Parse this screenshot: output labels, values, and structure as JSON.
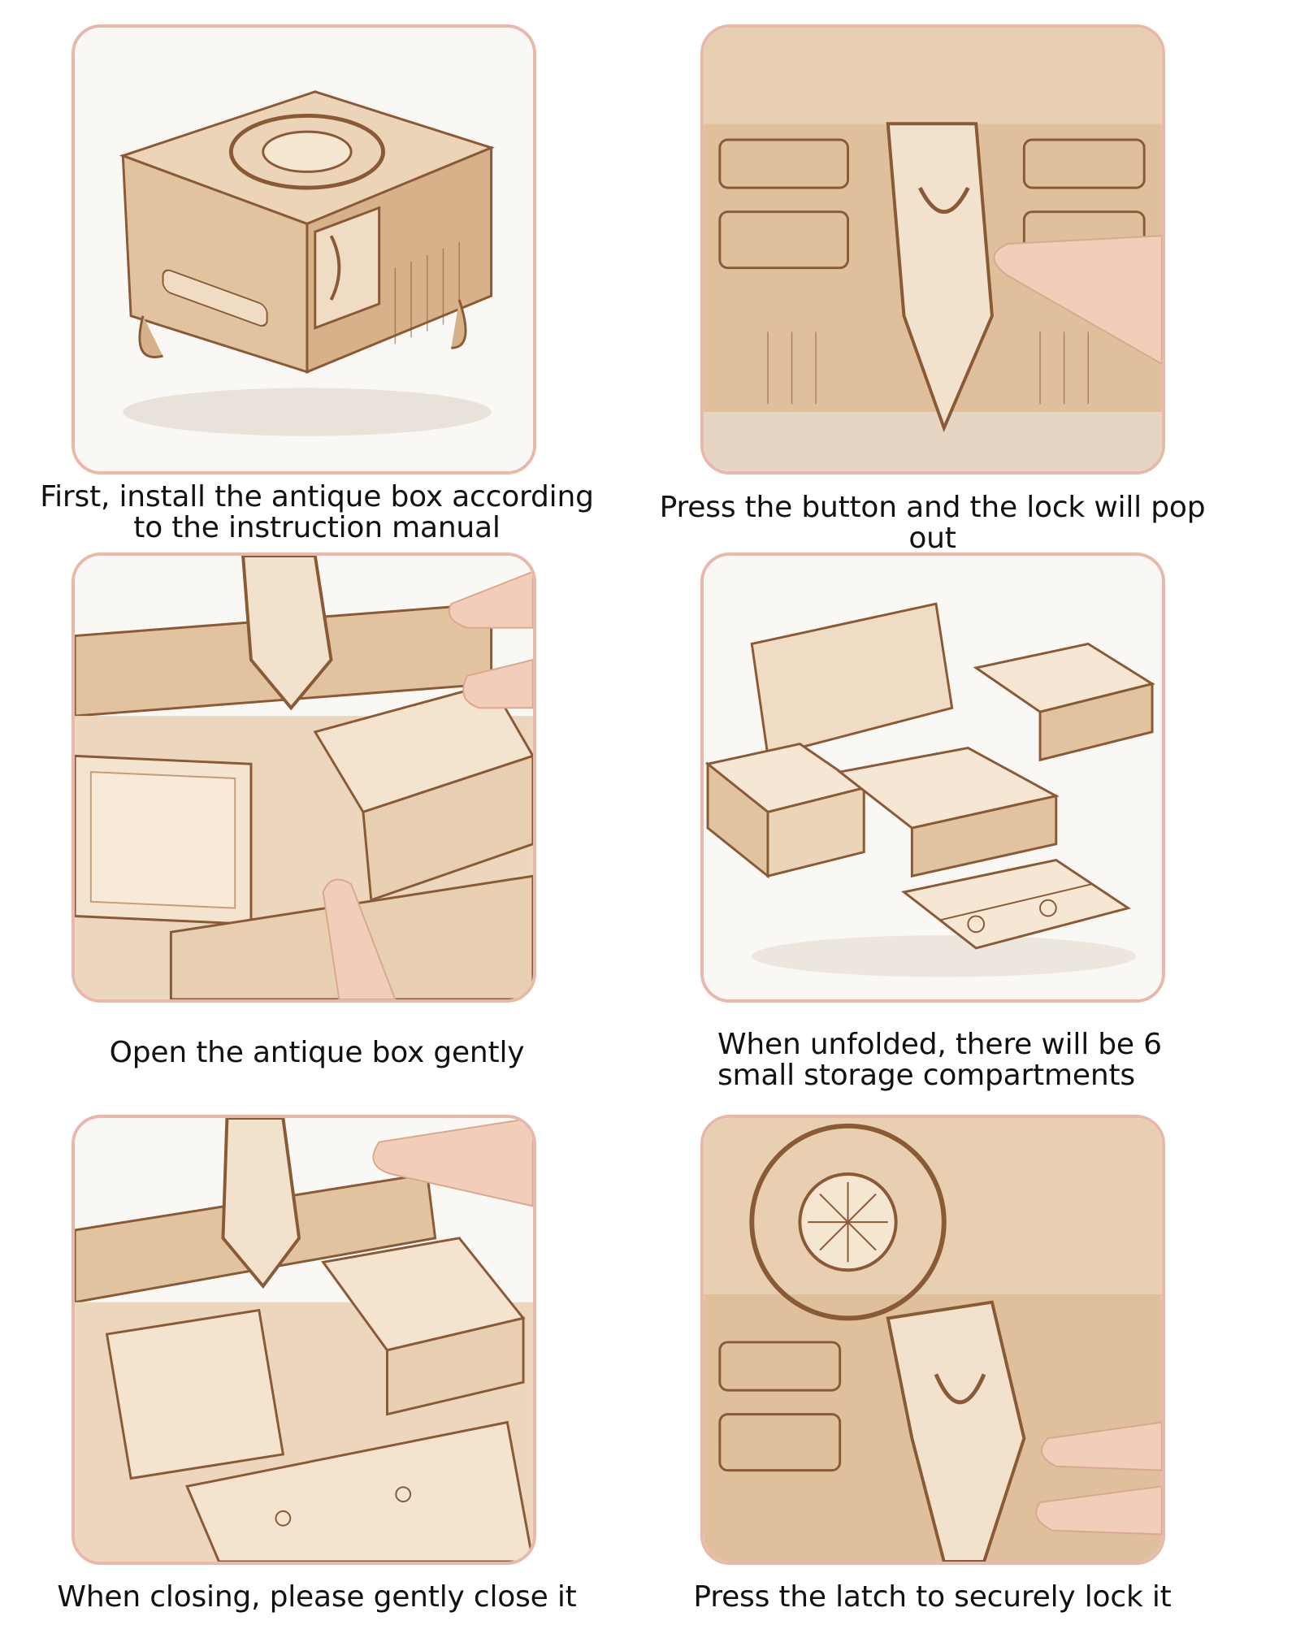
{
  "panels": [
    {
      "caption_lines": [
        "First, install the antique box according",
        "to the instruction manual"
      ],
      "scene": "closed box"
    },
    {
      "caption_lines": [
        "Press the button and the lock will pop out"
      ],
      "scene": "pressing button"
    },
    {
      "caption_lines": [
        "Open the antique box gently"
      ],
      "scene": "opening box"
    },
    {
      "caption_lines": [
        "When unfolded, there will be 6",
        "small storage compartments"
      ],
      "scene": "unfolded compartments"
    },
    {
      "caption_lines": [
        "When closing, please gently close it"
      ],
      "scene": "closing box"
    },
    {
      "caption_lines": [
        "Press the latch to securely lock it"
      ],
      "scene": "locking latch"
    }
  ],
  "colors": {
    "panel_border": "#e8b9aa",
    "wood_light": "#efd9c0",
    "wood_mid": "#d9b48e",
    "wood_dark": "#8a5a36",
    "skin": "#f2cdb9",
    "text": "#111111"
  }
}
